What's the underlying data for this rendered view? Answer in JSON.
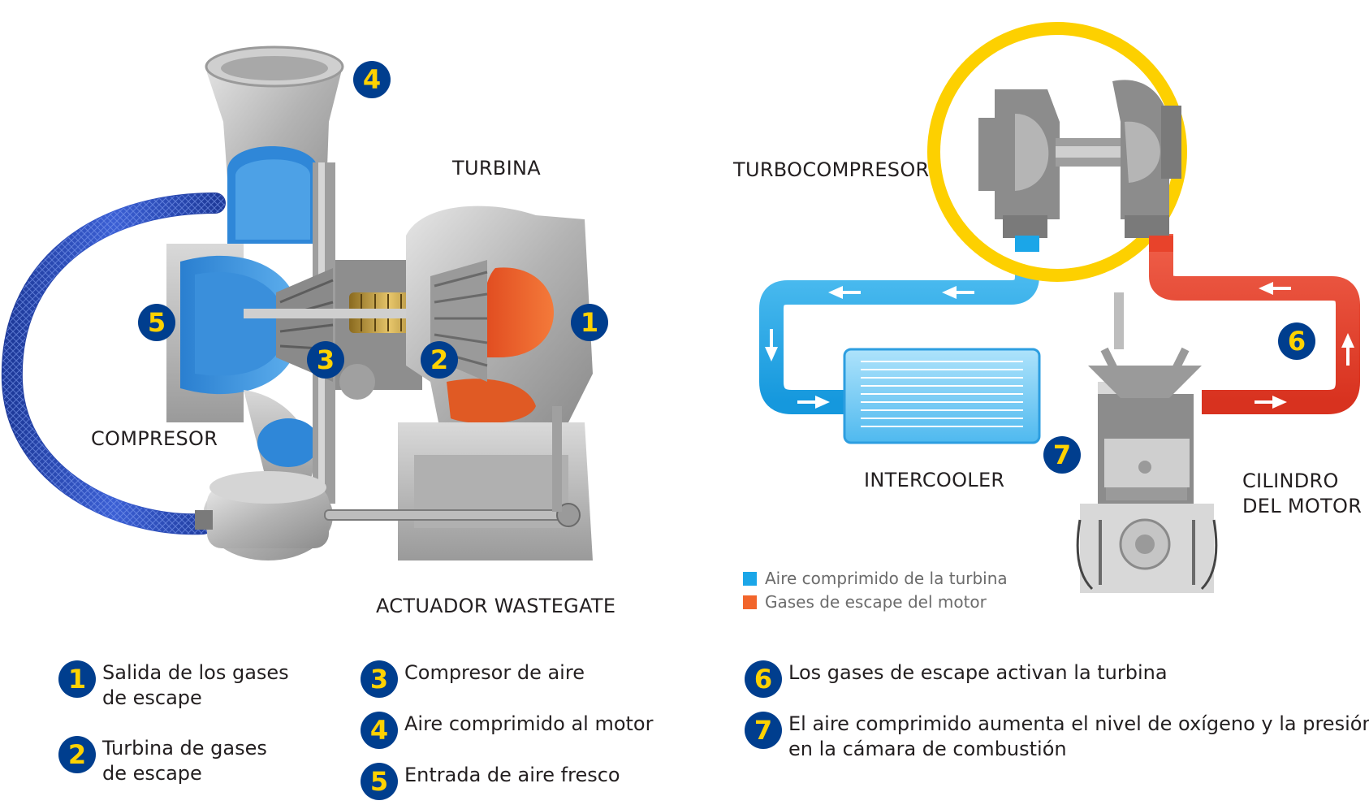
{
  "labels": {
    "turbina": "TURBINA",
    "compresor": "COMPRESOR",
    "actuador": "ACTUADOR WASTEGATE",
    "turbocompresor": "TURBOCOMPRESOR",
    "intercooler": "INTERCOOLER",
    "cilindro_line1": "CILINDRO",
    "cilindro_line2": "DEL MOTOR"
  },
  "badges": {
    "b1": "1",
    "b2": "2",
    "b3": "3",
    "b4": "4",
    "b5": "5",
    "b6": "6",
    "b7": "7"
  },
  "legend": [
    {
      "label": "Aire comprimido de la turbina",
      "color": "#1ba6e8"
    },
    {
      "label": "Gases de escape del motor",
      "color": "#f2652b"
    }
  ],
  "colors": {
    "badge_bg": "#003e8e",
    "badge_fg": "#ffd200",
    "air": "#1ba6e8",
    "exhaust": "#e8432b",
    "highlight_ring": "#fdd000"
  },
  "key_items": [
    {
      "num": "1",
      "line1": "Salida de los gases",
      "line2": "de escape"
    },
    {
      "num": "2",
      "line1": "Turbina de gases",
      "line2": "de escape"
    },
    {
      "num": "3",
      "line1": "Compresor de aire",
      "line2": ""
    },
    {
      "num": "4",
      "line1": "Aire comprimido al motor",
      "line2": ""
    },
    {
      "num": "5",
      "line1": "Entrada de aire fresco",
      "line2": ""
    },
    {
      "num": "6",
      "line1": "Los gases de escape activan la turbina",
      "line2": ""
    },
    {
      "num": "7",
      "line1": "El aire comprimido aumenta el nivel de oxígeno y la presión",
      "line2": "en la cámara de combustión"
    }
  ]
}
